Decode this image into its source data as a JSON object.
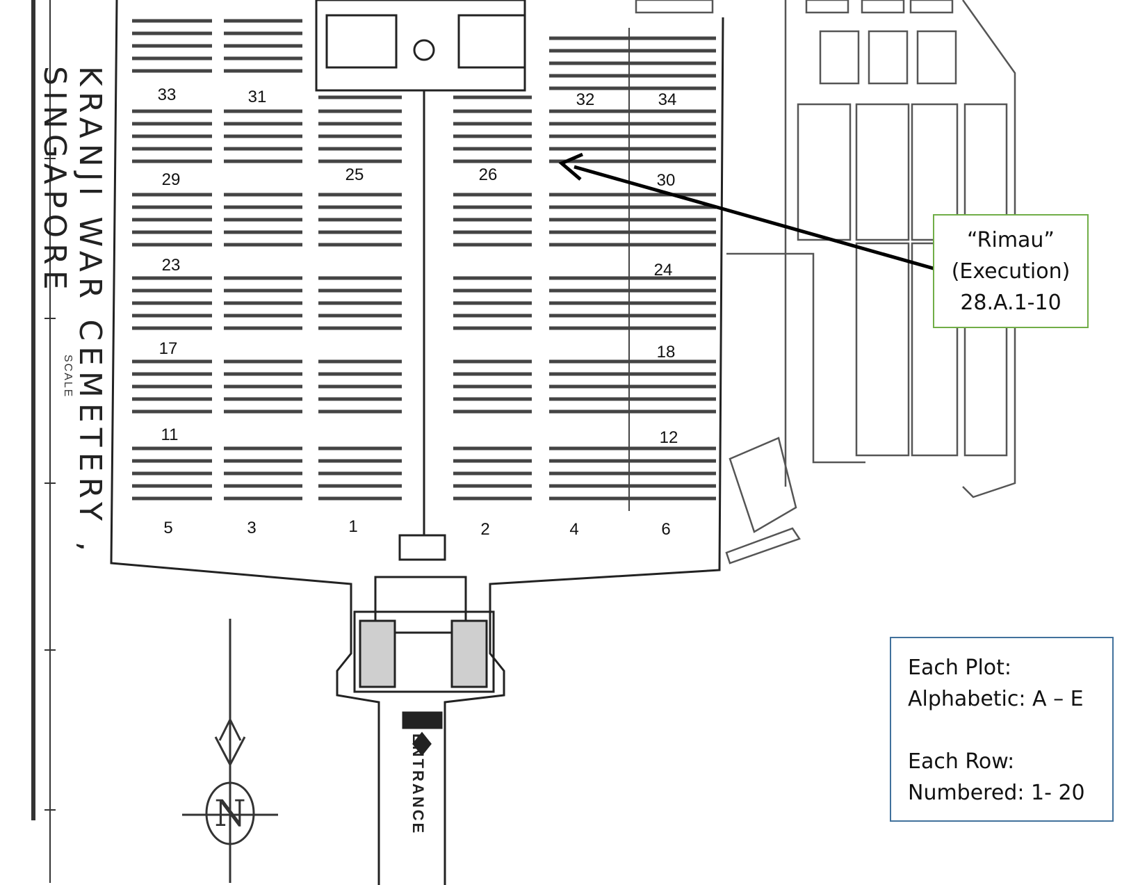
{
  "map": {
    "title": "KRANJI WAR CEMETERY , SINGAPORE",
    "scale_label": "SCALE",
    "entrance_label": "ENTRANCE",
    "plot_numbers": {
      "p33": "33",
      "p31": "31",
      "p32": "32",
      "p34": "34",
      "p29": "29",
      "p25": "25",
      "p26": "26",
      "p30": "30",
      "p23": "23",
      "p24": "24",
      "p17": "17",
      "p18": "18",
      "p11": "11",
      "p12": "12",
      "p5": "5",
      "p3": "3",
      "p1": "1",
      "p2": "2",
      "p4": "4",
      "p6": "6"
    }
  },
  "callout_rimau": {
    "line1": "“Rimau”",
    "line2": "(Execution)",
    "line3": "28.A.1-10",
    "border_color": "#70ad47"
  },
  "legend": {
    "line1": "Each Plot:",
    "line2": "Alphabetic: A – E",
    "line3": "Each Row:",
    "line4": "Numbered: 1- 20",
    "border_color": "#41719c"
  },
  "icons": [
    "north-arrow-icon",
    "arrow-icon"
  ]
}
